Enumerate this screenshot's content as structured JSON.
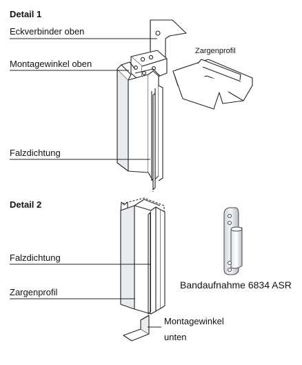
{
  "detail1": {
    "heading": "Detail 1",
    "labels": {
      "eckverbinder": "Eckverbinder oben",
      "montagewinkel_oben": "Montagewinkel oben",
      "zargenprofil": "Zargenprofil",
      "falzdichtung": "Falzdichtung"
    }
  },
  "detail2": {
    "heading": "Detail 2",
    "labels": {
      "falzdichtung": "Falzdichtung",
      "zargenprofil": "Zargenprofil",
      "bandaufnahme": "Bandaufnahme 6834 ASR",
      "montagewinkel_line1": "Montagewinkel",
      "montagewinkel_line2": "unten"
    }
  }
}
